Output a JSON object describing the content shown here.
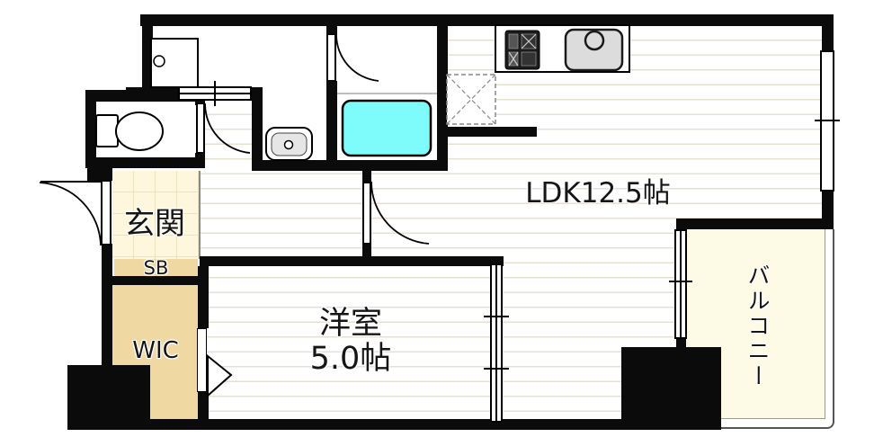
{
  "rooms": {
    "ldk": {
      "label": "LDK12.5帖"
    },
    "western_room": {
      "name": "洋室",
      "size": "5.0帖"
    },
    "entrance": {
      "label": "玄関"
    },
    "shoe_box": {
      "label": "SB"
    },
    "walk_in_closet": {
      "label": "WIC"
    },
    "balcony": {
      "label": "バルコニー"
    }
  },
  "fixtures": [
    "kitchen-stove",
    "kitchen-sink",
    "refrigerator-space",
    "bathtub",
    "washbasin",
    "toilet",
    "washing-machine-space"
  ],
  "colors": {
    "wall": "#0b0b0b",
    "bathtub_cyan": "#7efbfb",
    "closet_tan": "#efd8a1",
    "entrance_tile": "#fef7de",
    "balcony_ivory": "#fdfbe6",
    "floor_line": "#e6e0d1",
    "fixture_gray": "#dcdcdc"
  }
}
